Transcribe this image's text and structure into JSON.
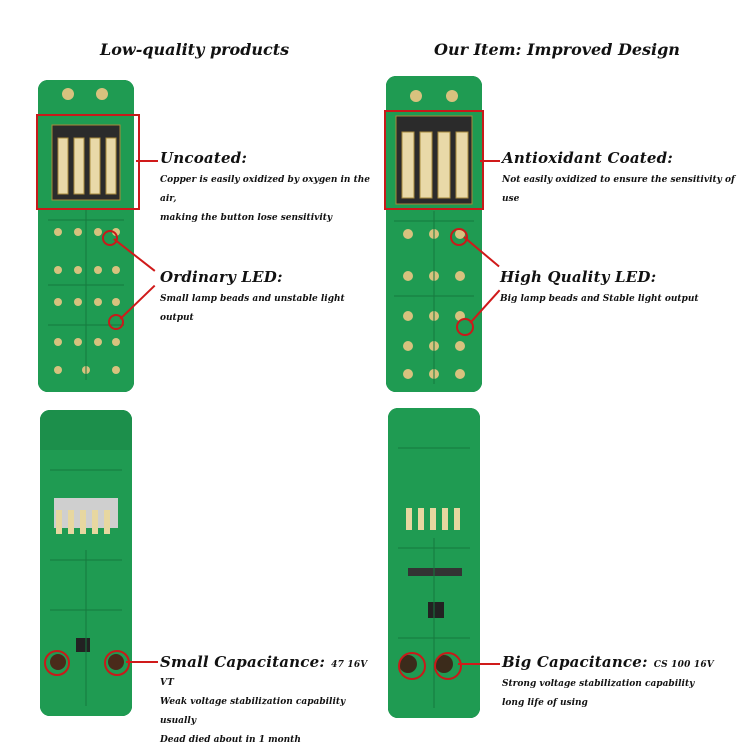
{
  "headings": {
    "left": "Low-quality products",
    "right": "Our Item: Improved Design"
  },
  "labels": {
    "uncoated": {
      "title": "Uncoated:",
      "desc1": "Copper is easily oxidized by oxygen in the air,",
      "desc2": "making the button lose sensitivity"
    },
    "ordinary_led": {
      "title": "Ordinary LED:",
      "desc1": "Small lamp beads and unstable light output"
    },
    "small_cap": {
      "title": "Small Capacitance:",
      "extra": "47 16V VT",
      "desc1": "Weak voltage stabilization capability usually",
      "desc2": "Dead died about in 1 month"
    },
    "antioxidant": {
      "title": "Antioxidant Coated:",
      "desc1": "Not easily oxidized to ensure the sensitivity of use"
    },
    "hq_led": {
      "title": "High Quality LED:",
      "desc1": "Big lamp beads and Stable light output"
    },
    "big_cap": {
      "title": "Big Capacitance:",
      "extra": "CS 100 16V",
      "desc1": "Strong voltage stabilization capability",
      "desc2": "long life of using"
    }
  },
  "colors": {
    "pcb": "#1f9b52",
    "highlight": "#c81a1a"
  }
}
